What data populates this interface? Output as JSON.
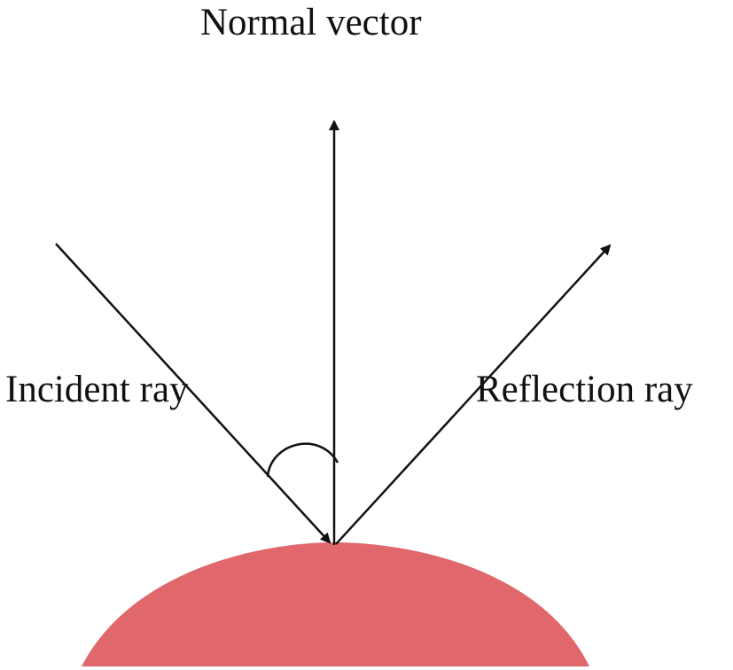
{
  "labels": {
    "normal_vector": "Normal vector",
    "incident_ray": "Incident ray",
    "reflection_ray": "Reflection ray"
  },
  "colors": {
    "surface": "#e0686c",
    "line": "#111111"
  }
}
